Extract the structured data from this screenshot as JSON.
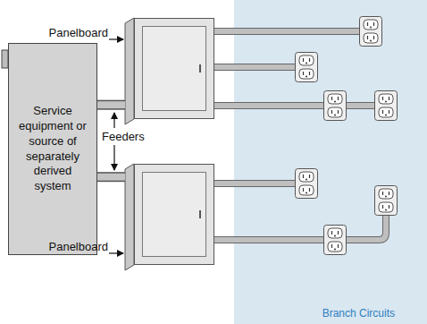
{
  "diagram": {
    "nodes": [
      {
        "text": [
          "Panelboard"
        ]
      },
      {
        "text": [
          "Service equipment or source of separately derived system"
        ]
      },
      {
        "text": [
          "Panelboard"
        ]
      },
      {
        "text": [
          "Branch Circuits"
        ]
      }
    ],
    "edges": [
      {
        "from": 1,
        "to": 0,
        "arrow": "none"
      },
      {
        "from": 1,
        "to": 2,
        "arrow": "none"
      }
    ],
    "labels": [
      "Feeders"
    ]
  }
}
